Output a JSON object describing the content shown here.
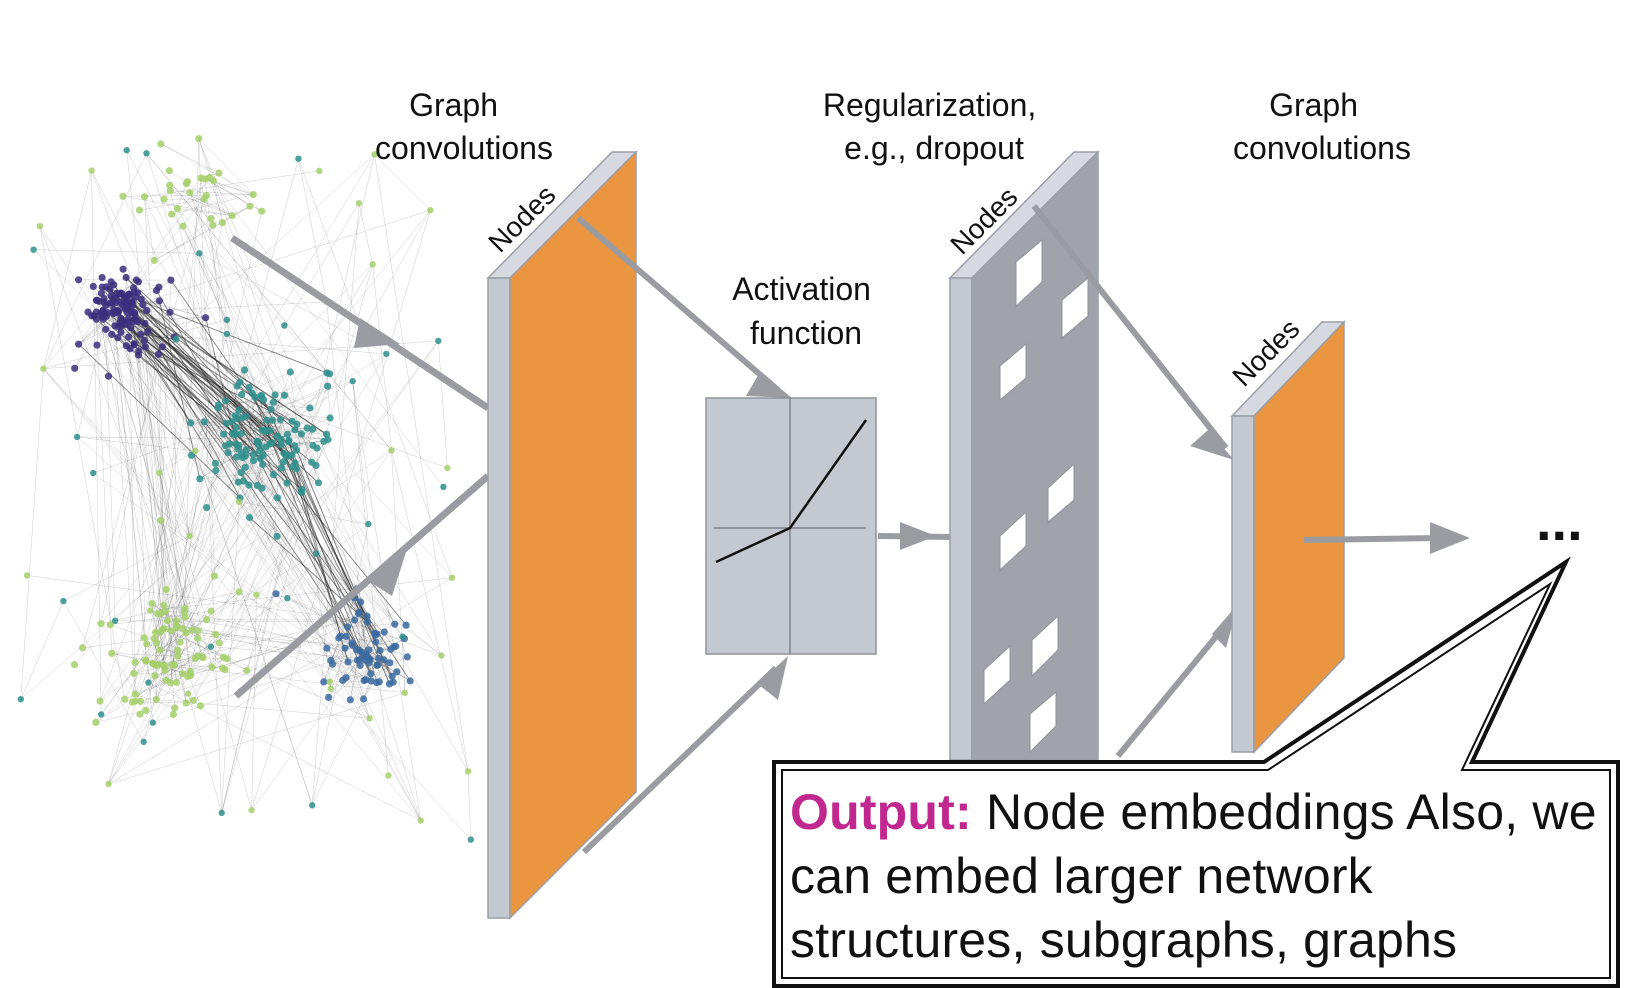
{
  "labels": {
    "graph_conv_1": [
      "Graph",
      "convolutions"
    ],
    "activation": [
      "Activation",
      "function"
    ],
    "regularization": [
      "Regularization,",
      "e.g., dropout"
    ],
    "graph_conv_2": [
      "Graph",
      "convolutions"
    ],
    "nodes": "Nodes",
    "ellipsis": "..."
  },
  "callout": {
    "prefix": "Output:",
    "text": " Node embeddings Also, we can embed larger network structures,  subgraphs, graphs"
  },
  "colors": {
    "layer_orange": "#ea9540",
    "panel_gray": "#c4c9d1",
    "dropout_gray": "#a0a4aa",
    "arrow_gray": "#9a9ca2",
    "output_magenta": "#c0288f",
    "cluster_purple": "#3b2e7e",
    "cluster_teal": "#2e8f8c",
    "cluster_blue": "#3a6aa0",
    "cluster_green": "#a6cf6a"
  }
}
